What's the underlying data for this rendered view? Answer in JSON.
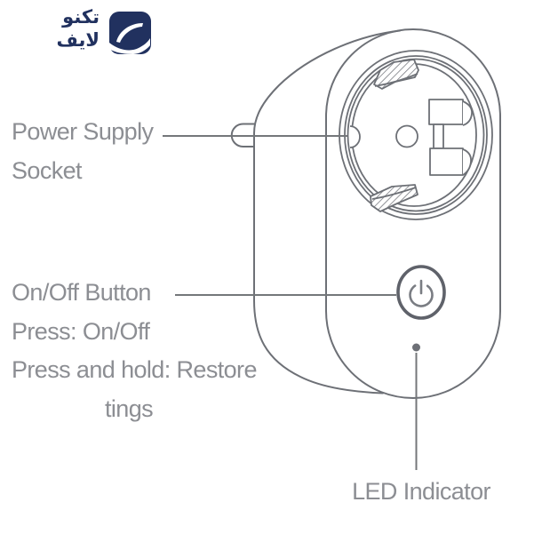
{
  "brand": {
    "name_ar_line1": "تكنو",
    "name_ar_line2": "لايف",
    "color": "#21315f",
    "mark": "wave-swoosh-icon"
  },
  "labels": {
    "power_supply": {
      "line1": "Power Supply",
      "line2": "Socket"
    },
    "on_off": {
      "title": "On/Off Button",
      "line2": "Press: On/Off",
      "line3": "Press and hold: Restore",
      "line4": "tings"
    },
    "led": {
      "title": "LED Indicator"
    }
  },
  "icons": {
    "power_button": "power-icon",
    "led": "led-dot-icon"
  },
  "colors": {
    "background": "#ffffff",
    "outline": "#6d7076",
    "leader_line": "#74777a",
    "label_text": "#8c8e93",
    "button_ring": "#5f626a",
    "brand_navy": "#21315f"
  }
}
